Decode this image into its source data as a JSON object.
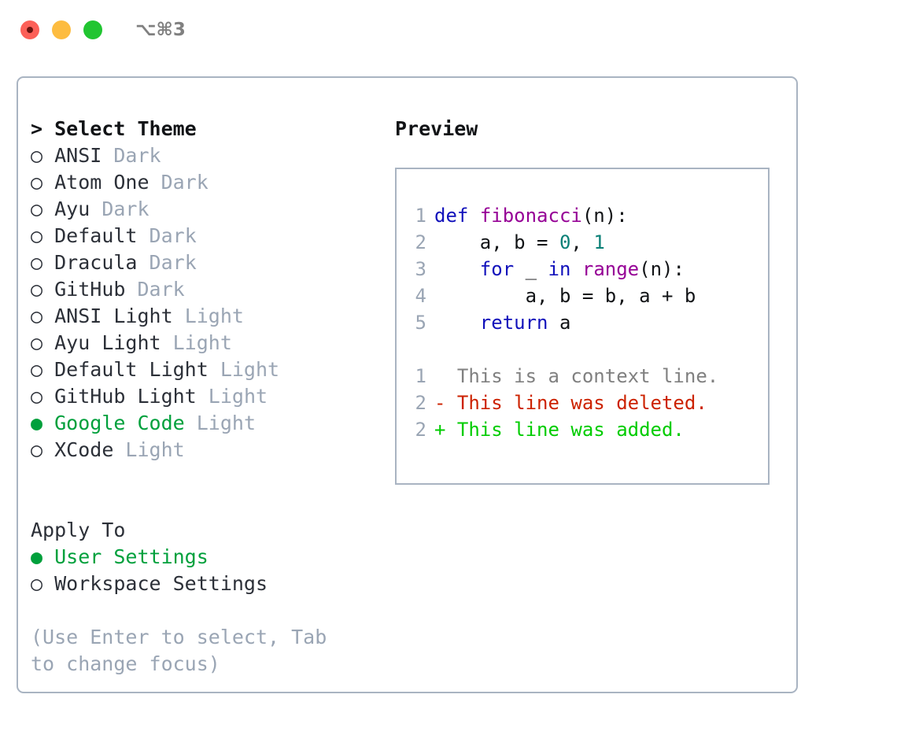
{
  "titlebar": {
    "shortcut": "⌥⌘3",
    "traffic_lights": [
      "close-red",
      "minimize-yellow",
      "zoom-green"
    ]
  },
  "theme_picker": {
    "header": "> Select Theme",
    "marker_unselected": "○",
    "marker_selected": "●",
    "items": [
      {
        "name": "ANSI",
        "category": "Dark",
        "selected": false
      },
      {
        "name": "Atom One",
        "category": "Dark",
        "selected": false
      },
      {
        "name": "Ayu",
        "category": "Dark",
        "selected": false
      },
      {
        "name": "Default",
        "category": "Dark",
        "selected": false
      },
      {
        "name": "Dracula",
        "category": "Dark",
        "selected": false
      },
      {
        "name": "GitHub",
        "category": "Dark",
        "selected": false
      },
      {
        "name": "ANSI Light",
        "category": "Light",
        "selected": false
      },
      {
        "name": "Ayu Light",
        "category": "Light",
        "selected": false
      },
      {
        "name": "Default Light",
        "category": "Light",
        "selected": false
      },
      {
        "name": "GitHub Light",
        "category": "Light",
        "selected": false
      },
      {
        "name": "Google Code",
        "category": "Light",
        "selected": true
      },
      {
        "name": "XCode",
        "category": "Light",
        "selected": false
      }
    ]
  },
  "apply_to": {
    "label": "Apply To",
    "options": [
      {
        "name": "User Settings",
        "selected": true
      },
      {
        "name": "Workspace Settings",
        "selected": false
      }
    ]
  },
  "hint": "(Use Enter to select, Tab to change focus)",
  "preview": {
    "header": "Preview",
    "code_lines": [
      {
        "num": "1",
        "tokens": [
          {
            "t": "def",
            "c": "kw"
          },
          {
            "t": " ",
            "c": "pn"
          },
          {
            "t": "fibonacci",
            "c": "fn"
          },
          {
            "t": "(n):",
            "c": "pn"
          }
        ]
      },
      {
        "num": "2",
        "tokens": [
          {
            "t": "    a, b = ",
            "c": "pn"
          },
          {
            "t": "0",
            "c": "num"
          },
          {
            "t": ", ",
            "c": "pn"
          },
          {
            "t": "1",
            "c": "num"
          }
        ]
      },
      {
        "num": "3",
        "tokens": [
          {
            "t": "    ",
            "c": "pn"
          },
          {
            "t": "for",
            "c": "kw"
          },
          {
            "t": " _ ",
            "c": "pn"
          },
          {
            "t": "in",
            "c": "kw"
          },
          {
            "t": " ",
            "c": "pn"
          },
          {
            "t": "range",
            "c": "fn"
          },
          {
            "t": "(n):",
            "c": "pn"
          }
        ]
      },
      {
        "num": "4",
        "tokens": [
          {
            "t": "        a, b = b, a + b",
            "c": "pn"
          }
        ]
      },
      {
        "num": "5",
        "tokens": [
          {
            "t": "    ",
            "c": "pn"
          },
          {
            "t": "return",
            "c": "kw"
          },
          {
            "t": " a",
            "c": "pn"
          }
        ]
      }
    ],
    "diff_lines": [
      {
        "num": "1",
        "prefix": "  ",
        "text": "This is a context line.",
        "kind": "ctx"
      },
      {
        "num": "2",
        "prefix": "- ",
        "text": "This line was deleted.",
        "kind": "del"
      },
      {
        "num": "2",
        "prefix": "+ ",
        "text": "This line was added.",
        "kind": "add"
      }
    ]
  },
  "colors": {
    "accent_green": "#00a03c",
    "muted": "#9aa5b4",
    "border": "#a9b4c2",
    "keyword": "#1111bb",
    "function": "#960096",
    "number": "#0c8077",
    "diff_deleted": "#cc2200",
    "diff_added": "#00cc00"
  }
}
